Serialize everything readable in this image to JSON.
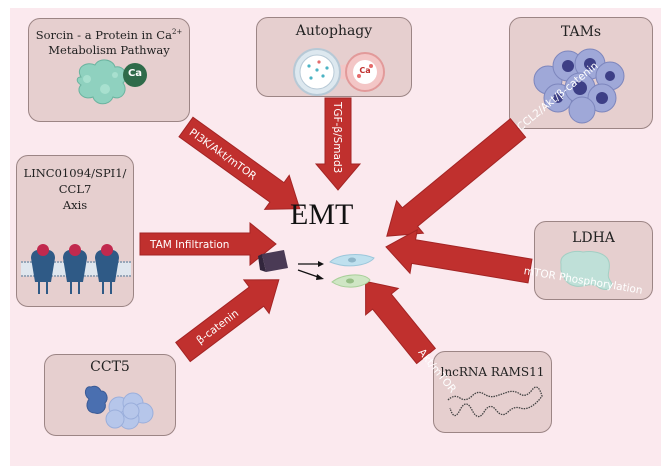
{
  "center_label": "EMT",
  "nodes": {
    "sorcin": {
      "title_line1": "Sorcin - a Protein in Ca",
      "superscript": "2+",
      "title_line2": "Metabolism Pathway",
      "badge": "Ca"
    },
    "autophagy": {
      "title": "Autophagy",
      "badge": "Ca"
    },
    "tams": {
      "title": "TAMs"
    },
    "linc": {
      "line1": "LINC01094/SPI1/",
      "line2": "CCL7",
      "line3": "Axis"
    },
    "ldha": {
      "title": "LDHA"
    },
    "cct5": {
      "title": "CCT5"
    },
    "lncrna": {
      "title": "lncRNA RAMS11"
    }
  },
  "arrows": {
    "sorcin": "PI3K/Akt/mTOR",
    "autophagy": "TGF-β/Smad3",
    "tams": "CCL2/Akt/β-catenin",
    "linc": "TAM Infiltration",
    "ldha": "mTOR Phosphorylation",
    "cct5": "β-catenin",
    "lncrna": "Akt/mTOR"
  },
  "colors": {
    "arrow": "#c0302e",
    "box": "#e6cfcf",
    "background": "#fbe9ee"
  }
}
